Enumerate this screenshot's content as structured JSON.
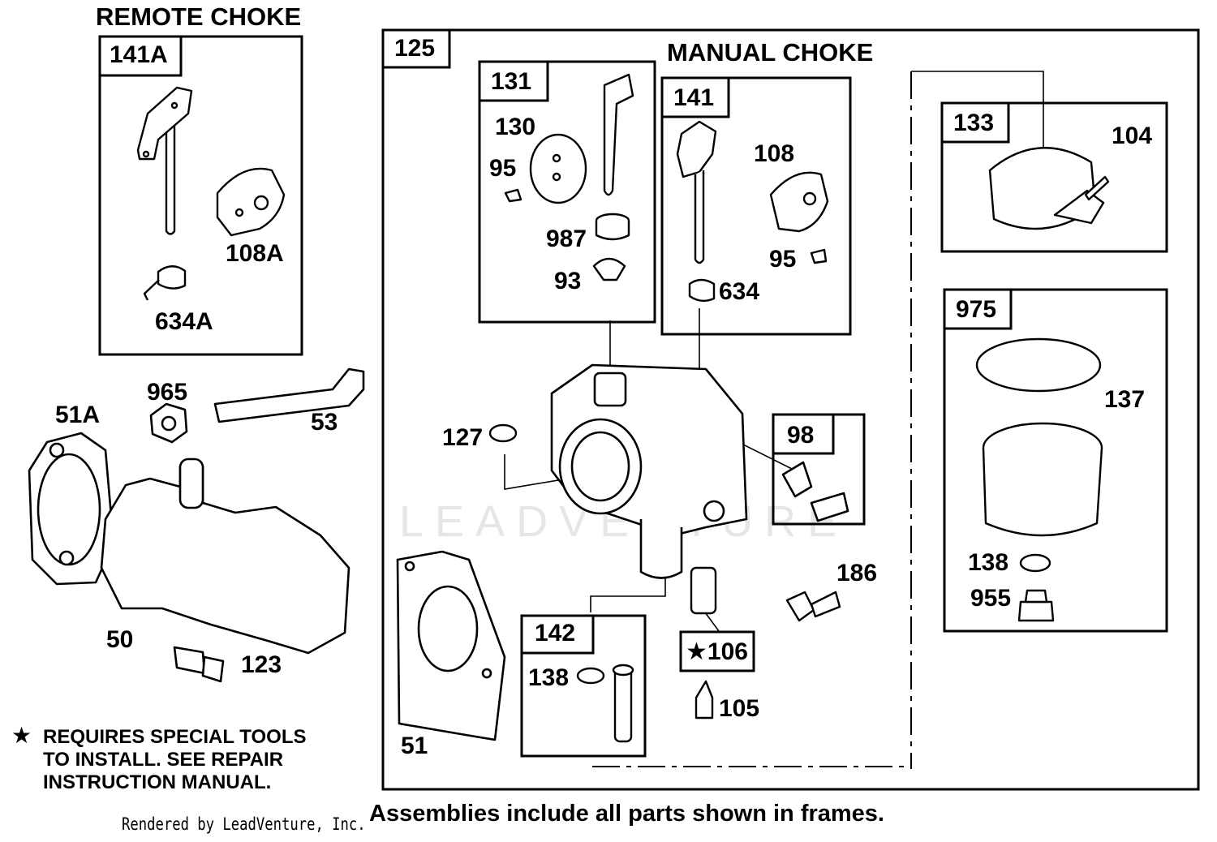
{
  "headings": {
    "remote_choke": "REMOTE CHOKE",
    "manual_choke": "MANUAL CHOKE"
  },
  "frames": {
    "f141A": "141A",
    "f125": "125",
    "f131": "131",
    "f141": "141",
    "f133": "133",
    "f975": "975",
    "f98": "98",
    "f142": "142",
    "f106": "★106"
  },
  "parts": {
    "p108A": "108A",
    "p634A": "634A",
    "p965": "965",
    "p51A": "51A",
    "p53": "53",
    "p50": "50",
    "p123": "123",
    "p130": "130",
    "p95a": "95",
    "p987": "987",
    "p93": "93",
    "p108": "108",
    "p95b": "95",
    "p634": "634",
    "p104": "104",
    "p137": "137",
    "p138a": "138",
    "p955": "955",
    "p127": "127",
    "p186": "186",
    "p51": "51",
    "p138b": "138",
    "p105": "105"
  },
  "note": {
    "star": "★",
    "line1": "REQUIRES SPECIAL TOOLS",
    "line2": "TO INSTALL.  SEE REPAIR",
    "line3": "INSTRUCTION MANUAL."
  },
  "footer": {
    "rendered_by": "Rendered by LeadVenture, Inc.",
    "assemblies": "Assemblies include all parts shown in frames."
  },
  "watermark": "LEADVENTURE"
}
